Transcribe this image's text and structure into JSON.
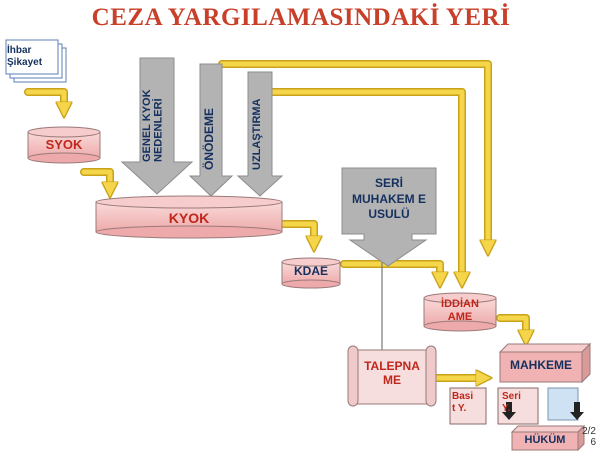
{
  "title": "CEZA YARGILAMASINDAKİ YERİ",
  "nodes": {
    "ihbar": "İhbar Şikayet",
    "syok": "SYOK",
    "kyok": "KYOK",
    "kdae": "KDAE",
    "iddianame": "İDDİAN AME",
    "talepname": "TALEPNA ME",
    "mahkeme": "MAHKEME",
    "basit": "Basi t Y.",
    "seri_y": "Seri Y.",
    "hukum": "HÜKÜM"
  },
  "arrows": {
    "genel_kyok": "GENEL KYOK NEDENLERİ",
    "onodeme": "ÖNÖDEME",
    "uzlastirma": "UZLAŞTIRMA",
    "seri_muhakeme": "SERİ MUHAKEM E USULÜ"
  },
  "page_number": "2/2 6",
  "colors": {
    "title": "#c8402a",
    "node_fill": "#f2b8b8",
    "node_text": "#c0271a",
    "gray_arrow": "#b3b3b3",
    "yellow_arrow": "#f5d54a",
    "label_blue": "#15305e"
  }
}
